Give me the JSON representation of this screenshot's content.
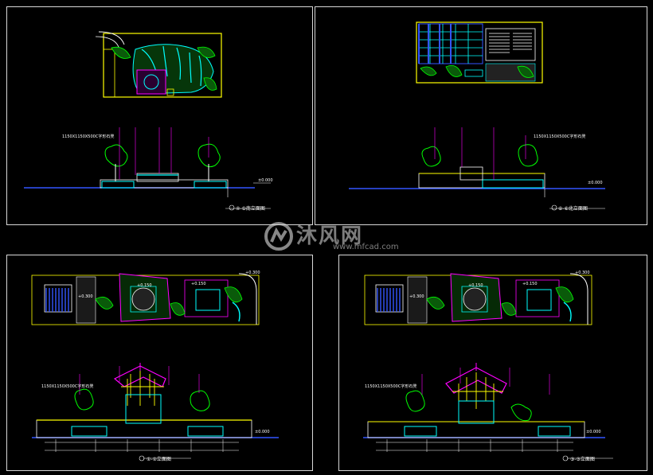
{
  "watermark": {
    "brand": "沐风网",
    "url": "www.mfcad.com"
  },
  "colors": {
    "frame": "#d8d8d8",
    "yellow": "#ffff00",
    "cyan": "#00ffff",
    "green": "#00ff00",
    "magenta": "#ff00ff",
    "blue": "#3355ff",
    "white": "#ffffff",
    "red": "#ff3030"
  },
  "sheets": [
    {
      "title": "④-⑤南立面图",
      "elev": "±0.000",
      "note": "1150X1150X500C字形石凳"
    },
    {
      "title": "⑥-⑥北立面图",
      "elev": "±0.000",
      "note": "1150X1150X500C字形石凳"
    },
    {
      "title": "①-①立面图",
      "elev": "±0.000",
      "note": "1150X1150X500C字形石凳",
      "levels": [
        "+0.300",
        "+0.150",
        "+0.150",
        "+0.300"
      ]
    },
    {
      "title": "③-③立面图",
      "elev": "±0.000",
      "note": "1150X1150X500C字形石凳",
      "levels": [
        "+0.300",
        "+0.150",
        "+0.150",
        "+0.300"
      ]
    }
  ]
}
